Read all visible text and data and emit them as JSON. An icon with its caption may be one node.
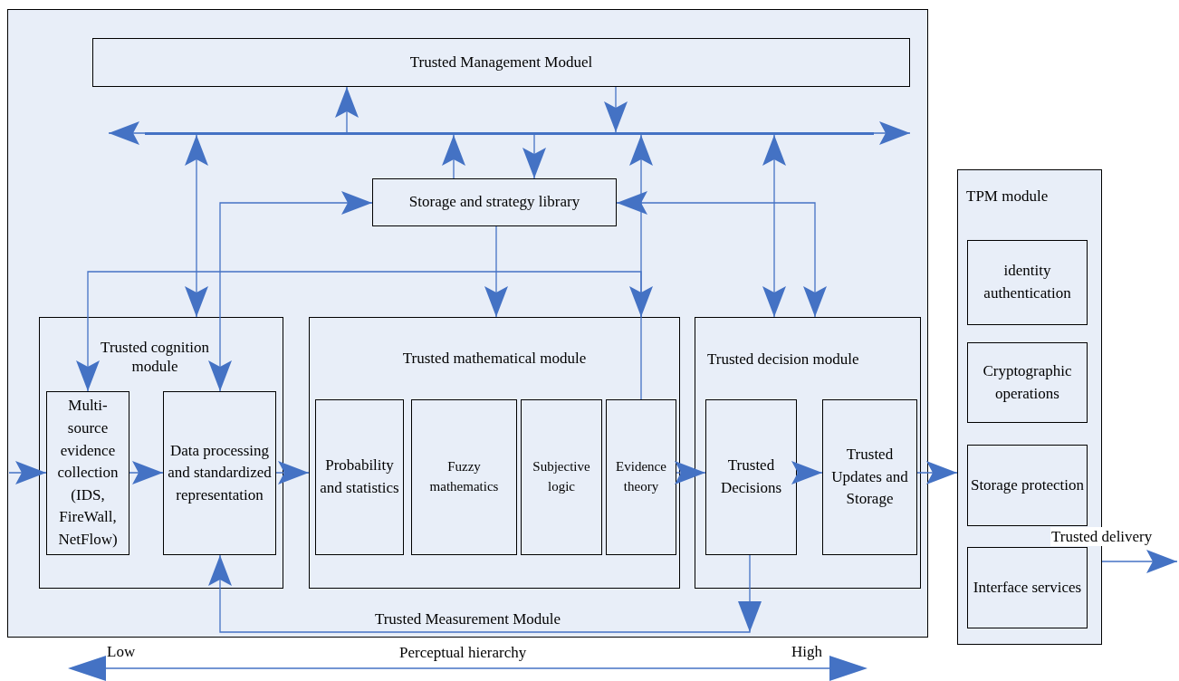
{
  "diagram": {
    "nodes": [
      {
        "text": [
          "Trusted Measurement Module"
        ]
      },
      {
        "text": [
          "Trusted Management Moduel"
        ],
        "in": 0
      },
      {
        "text": [],
        "shape": "bar",
        "in": 0
      },
      {
        "text": [
          "Storage and strategy library"
        ],
        "in": 0
      },
      {
        "text": [
          "Trusted cognition module"
        ],
        "in": 0
      },
      {
        "text": [
          "Multi-source evidence collection (IDS, FireWall, NetFlow)"
        ],
        "in": 4
      },
      {
        "text": [
          "Data processing and standardized representation"
        ],
        "in": 4
      },
      {
        "text": [
          "Trusted mathematical module"
        ],
        "in": 0
      },
      {
        "text": [
          "Probability and statistics"
        ],
        "in": 7
      },
      {
        "text": [
          "Fuzzy mathematics"
        ],
        "in": 7
      },
      {
        "text": [
          "Subjective logic"
        ],
        "in": 7
      },
      {
        "text": [
          "Evidence theory"
        ],
        "in": 7
      },
      {
        "text": [
          "Trusted decision module"
        ],
        "in": 0
      },
      {
        "text": [
          "Trusted Decisions"
        ],
        "in": 12
      },
      {
        "text": [
          "Trusted Updates and Storage"
        ],
        "in": 12
      },
      {
        "text": [
          "TPM module"
        ]
      },
      {
        "text": [
          "identity authentication"
        ],
        "in": 15
      },
      {
        "text": [
          "Cryptographic operations"
        ],
        "in": 15
      },
      {
        "text": [
          "Storage protection"
        ],
        "in": 15
      },
      {
        "text": [
          "Interface services"
        ],
        "in": 15
      }
    ],
    "edges": [
      {
        "from": 2,
        "to": 1,
        "arrow": "to"
      },
      {
        "from": 1,
        "to": 2,
        "arrow": "to"
      },
      {
        "from": 2,
        "to": null,
        "arrow": "to"
      },
      {
        "from": 2,
        "to": null,
        "arrow": "to"
      },
      {
        "from": 3,
        "to": 2,
        "arrow": "to"
      },
      {
        "from": 2,
        "to": 3,
        "arrow": "to"
      },
      {
        "from": 2,
        "to": 4,
        "arrow": "both"
      },
      {
        "from": 2,
        "to": 12,
        "arrow": "both"
      },
      {
        "from": 2,
        "to": 7,
        "arrow": "both"
      },
      {
        "from": 11,
        "to": 5,
        "arrow": "to"
      },
      {
        "from": 6,
        "to": 3,
        "arrow": "both"
      },
      {
        "from": 12,
        "to": 3,
        "arrow": "both"
      },
      {
        "from": 3,
        "to": 7,
        "arrow": "to"
      },
      {
        "from": null,
        "to": 5,
        "arrow": "to"
      },
      {
        "from": 5,
        "to": 6,
        "arrow": "to"
      },
      {
        "from": 6,
        "to": 7,
        "arrow": "to"
      },
      {
        "from": 11,
        "to": 13,
        "arrow": "to"
      },
      {
        "from": 13,
        "to": 14,
        "arrow": "to"
      },
      {
        "from": 14,
        "to": 15,
        "arrow": "to"
      },
      {
        "from": 15,
        "to": null,
        "arrow": "to",
        "label": "Trusted delivery"
      },
      {
        "from": 13,
        "to": 6,
        "arrow": "to"
      }
    ],
    "labels": [
      "Low",
      "Perceptual hierarchy",
      "High"
    ]
  }
}
